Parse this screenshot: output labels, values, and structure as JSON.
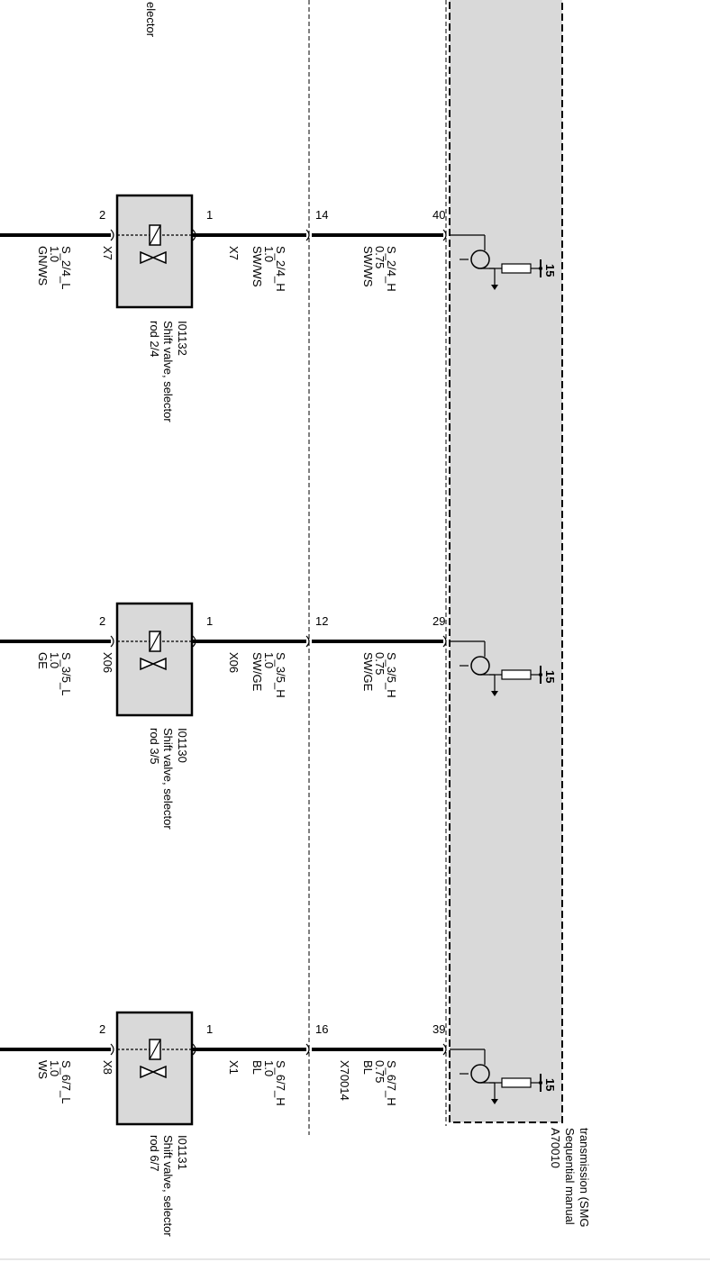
{
  "header": {
    "cut_label": "elector"
  },
  "ecu": {
    "id": "A70010",
    "name_line1": "Sequential manual",
    "name_line2": "transmission (SMG"
  },
  "circuits": [
    {
      "key": "24",
      "ecu_pin": "40",
      "mid_pin": "14",
      "valve_pin_in": "1",
      "valve_pin_out": "2",
      "ecu_wire": {
        "signal": "S_2/4_H",
        "size": "0.75",
        "color": "SW/WS"
      },
      "mid_wire": {
        "signal": "S_2/4_H",
        "size": "1.0",
        "color": "SW/WS",
        "connector": "X7"
      },
      "out_wire": {
        "signal": "S_2/4_L",
        "size": "1.0",
        "color": "GN/WS",
        "connector": "X7"
      },
      "valve": {
        "id": "I01132",
        "line1": "Shift valve, selector",
        "line2": "rod 2/4"
      },
      "supply": "15"
    },
    {
      "key": "35",
      "ecu_pin": "29",
      "mid_pin": "12",
      "valve_pin_in": "1",
      "valve_pin_out": "2",
      "ecu_wire": {
        "signal": "S_3/5_H",
        "size": "0.75",
        "color": "SW/GE"
      },
      "mid_wire": {
        "signal": "S_3/5_H",
        "size": "1.0",
        "color": "SW/GE",
        "connector": "X06"
      },
      "out_wire": {
        "signal": "S_3/5_L",
        "size": "1.0",
        "color": "GE",
        "connector": "X06"
      },
      "valve": {
        "id": "I01130",
        "line1": "Shift valve, selector",
        "line2": "rod 3/5"
      },
      "supply": "15"
    },
    {
      "key": "67",
      "ecu_pin": "39",
      "mid_pin": "16",
      "valve_pin_in": "1",
      "valve_pin_out": "2",
      "ecu_wire": {
        "signal": "S_6/7_H",
        "size": "0.75",
        "color": "BL",
        "connector": "X70014"
      },
      "mid_wire": {
        "signal": "S_6/7_H",
        "size": "1.0",
        "color": "BL",
        "connector": "X1"
      },
      "out_wire": {
        "signal": "S_6/7_L",
        "size": "1.0",
        "color": "WS",
        "connector": "X8"
      },
      "valve": {
        "id": "I01131",
        "line1": "Shift valve, selector",
        "line2": "rod 6/7"
      },
      "supply": "15"
    }
  ]
}
